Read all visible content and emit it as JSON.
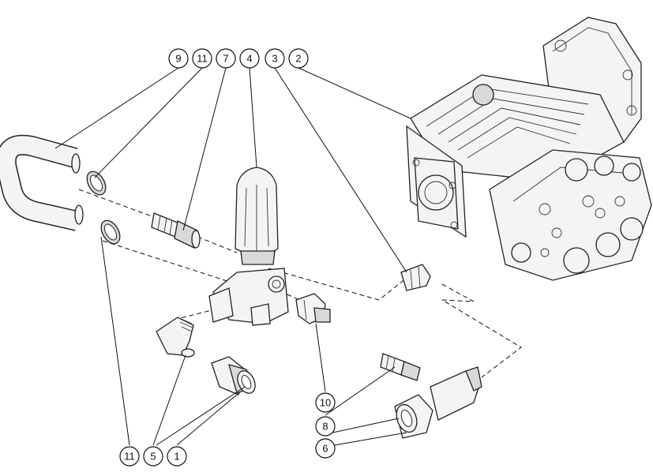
{
  "diagram": {
    "callouts": {
      "c9": "9",
      "c11_top": "11",
      "c7": "7",
      "c4": "4",
      "c3": "3",
      "c2": "2",
      "c10": "10",
      "c8": "8",
      "c6": "6",
      "c11_bottom": "11",
      "c5": "5",
      "c1": "1"
    },
    "colors": {
      "line": "#111111",
      "fill": "#f4f4f4",
      "shade": "#d9d9d9"
    }
  }
}
